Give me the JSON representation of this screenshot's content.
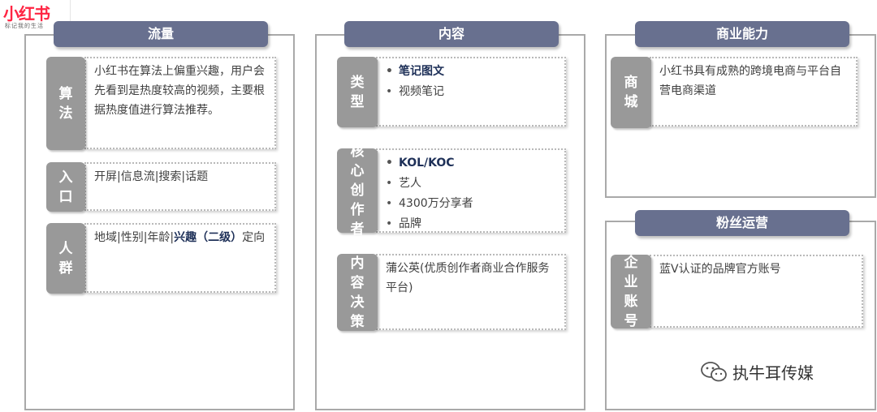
{
  "logo": {
    "name": "小红书",
    "tagline": "标记我的生活"
  },
  "traffic": {
    "title": "流量",
    "algo": {
      "label": "算法",
      "text": "小红书在算法上偏重兴趣，用户会先看到是热度较高的视频，主要根据热度值进行算法推荐。"
    },
    "entry": {
      "label": "入口",
      "text": "开屏|信息流|搜索|话题"
    },
    "crowd": {
      "label": "人群",
      "prefix": "地域|性别|年龄|",
      "highlight": "兴趣（二级）",
      "suffix": "定向"
    }
  },
  "content": {
    "title": "内容",
    "type": {
      "label": "类型",
      "items": [
        "笔记图文",
        "视频笔记"
      ]
    },
    "creators": {
      "label": "核心创作者",
      "items": [
        "KOL/KOC",
        "艺人",
        "4300万分享者",
        "品牌"
      ]
    },
    "decision": {
      "label": "内容决策",
      "text": "蒲公英(优质创作者商业合作服务平台)"
    }
  },
  "commerce": {
    "title": "商业能力",
    "mall": {
      "label": "商城",
      "text": "小红书具有成熟的跨境电商与平台自营电商渠道"
    }
  },
  "fans": {
    "title": "粉丝运营",
    "enterprise": {
      "label": "企业账号",
      "text": "蓝V认证的品牌官方账号"
    }
  },
  "watermark": {
    "text": "执牛耳传媒"
  },
  "colors": {
    "title_bg": "#68708f",
    "label_bg": "#999999",
    "highlight": "#1e3058",
    "brand": "#ff2442"
  }
}
